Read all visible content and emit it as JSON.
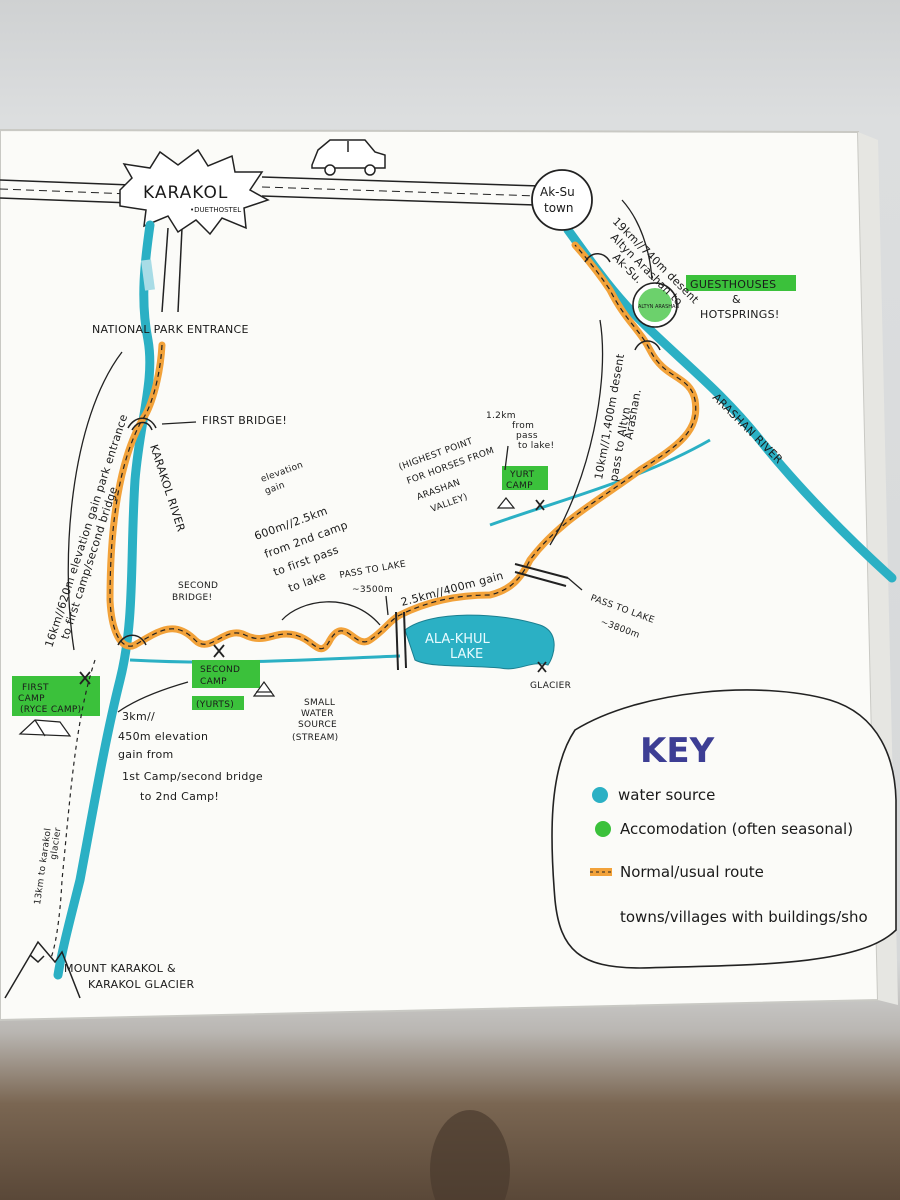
{
  "places": {
    "karakol": "KARAKOL",
    "karakol_sub": "•DUETHOSTEL",
    "aksu": "Ak-Su",
    "aksu2": "town",
    "altyn": "ALTYN ARASHAN",
    "mount": "MOUNT KARAKOL &",
    "mount2": "KARAKOL GLACIER",
    "lake": "ALA-KHUL",
    "lake2": "LAKE",
    "glacier": "GLACIER"
  },
  "labels": {
    "national_park": "NATIONAL PARK ENTRANCE",
    "first_bridge": "FIRST BRIDGE!",
    "karakol_river": "KARAKOL RIVER",
    "second_bridge": "SECOND",
    "second_bridge2": "BRIDGE!",
    "first_camp": "FIRST",
    "first_camp2": "CAMP",
    "first_camp3": "(RYCE CAMP)",
    "second_camp": "SECOND",
    "second_camp2": "CAMP",
    "second_camp3": "(YURTS)",
    "small_water": "SMALL",
    "small_water2": "WATER",
    "small_water3": "SOURCE",
    "small_water4": "(STREAM)",
    "pass_3500": "PASS TO LAKE",
    "pass_3500b": "~3500m",
    "pass_3800": "PASS TO LAKE",
    "pass_3800b": "~3800m",
    "yurt_camp": "YURT",
    "yurt_camp2": "CAMP",
    "guesthouses": "GUESTHOUSES",
    "hotsprings": "&",
    "hotsprings2": "HOTSPRINGS!",
    "arashan_river": "ARASHAN RIVER",
    "highest1": "(HIGHEST POINT",
    "highest2": "FOR HORSES FROM",
    "highest3": "ARASHAN",
    "highest4": "VALLEY)"
  },
  "notes": {
    "elev_16km": "16km//620m elevation gain park entrance",
    "elev_16km2": "to first camp/second bridge",
    "three_km": "3km//",
    "three_km2": "450m elevation",
    "three_km3": "gain from",
    "three_km4": "1st Camp/second bridge",
    "three_km5": "to 2nd Camp!",
    "elev_600": "elevation",
    "elev_600b": "gain",
    "elev_600c": "600m//2.5km",
    "elev_600d": "from 2nd camp",
    "elev_600e": "to first pass",
    "elev_600f": "to lake",
    "km25": "2.5km//400m gain",
    "km12": "1.2km",
    "km12b": "from",
    "km12c": "pass",
    "km12d": "to lake!",
    "km10": "10km//1,400m desent",
    "km10b": "pass to Altyn",
    "km10c": "Arashan.",
    "km19": "19km//740m desent",
    "km19b": "Altyn Arashan to",
    "km19c": "Ak-Su.",
    "km13": "13km to karakol",
    "km13b": "glacier"
  },
  "key": {
    "title": "KEY",
    "items": [
      {
        "label": "water source",
        "color": "#2bb0c4"
      },
      {
        "label": "Accomodation (often seasonal)",
        "color": "#3bc13b"
      },
      {
        "label": "Normal/usual route",
        "color": "#f2a23a"
      },
      {
        "label": "towns/villages with buildings/sho",
        "color": ""
      }
    ]
  },
  "colors": {
    "water": "#2bb0c4",
    "route": "#f2a23a",
    "accommodation": "#3bc13b",
    "key_title": "#3d3e94"
  }
}
